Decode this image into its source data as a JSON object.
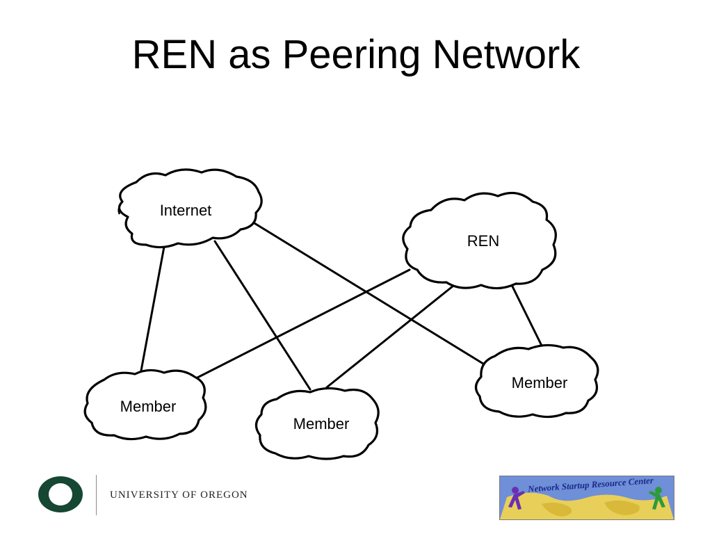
{
  "title": "REN as Peering Network",
  "diagram": {
    "nodes": {
      "internet": "Internet",
      "ren": "REN",
      "member_left": "Member",
      "member_middle": "Member",
      "member_right": "Member"
    },
    "edges": [
      [
        "Internet",
        "Member (left)"
      ],
      [
        "Internet",
        "Member (middle)"
      ],
      [
        "Internet",
        "Member (right)"
      ],
      [
        "REN",
        "Member (left)"
      ],
      [
        "REN",
        "Member (middle)"
      ],
      [
        "REN",
        "Member (right)"
      ]
    ]
  },
  "footer": {
    "university_name": "UNIVERSITY OF OREGON",
    "nsrc_name": "Network Startup Resource Center",
    "colors": {
      "uo_green": "#154733",
      "nsrc_sky": "#6f8fd8",
      "nsrc_land": "#e8cf5a"
    }
  }
}
